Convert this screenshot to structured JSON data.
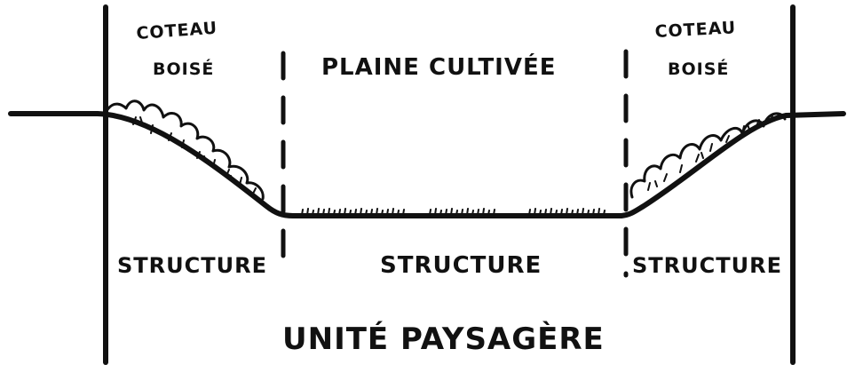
{
  "labels": {
    "left_zone_line1": "COTEAU",
    "left_zone_line2": "BOISÉ",
    "center_zone": "PLAINE CULTIVÉE",
    "right_zone_line1": "COTEAU",
    "right_zone_line2": "BOISÉ",
    "structure_left": "STRUCTURE",
    "structure_center": "STRUCTURE",
    "structure_right": "STRUCTURE",
    "unit": "UNITÉ PAYSAGÈRE"
  },
  "colors": {
    "ink": "#111111",
    "background": "#ffffff"
  },
  "icons": {
    "left_vegetation": "shrub-scribble-icon",
    "right_vegetation": "shrub-scribble-icon",
    "plain_grass": "grass-tufts-icon"
  }
}
